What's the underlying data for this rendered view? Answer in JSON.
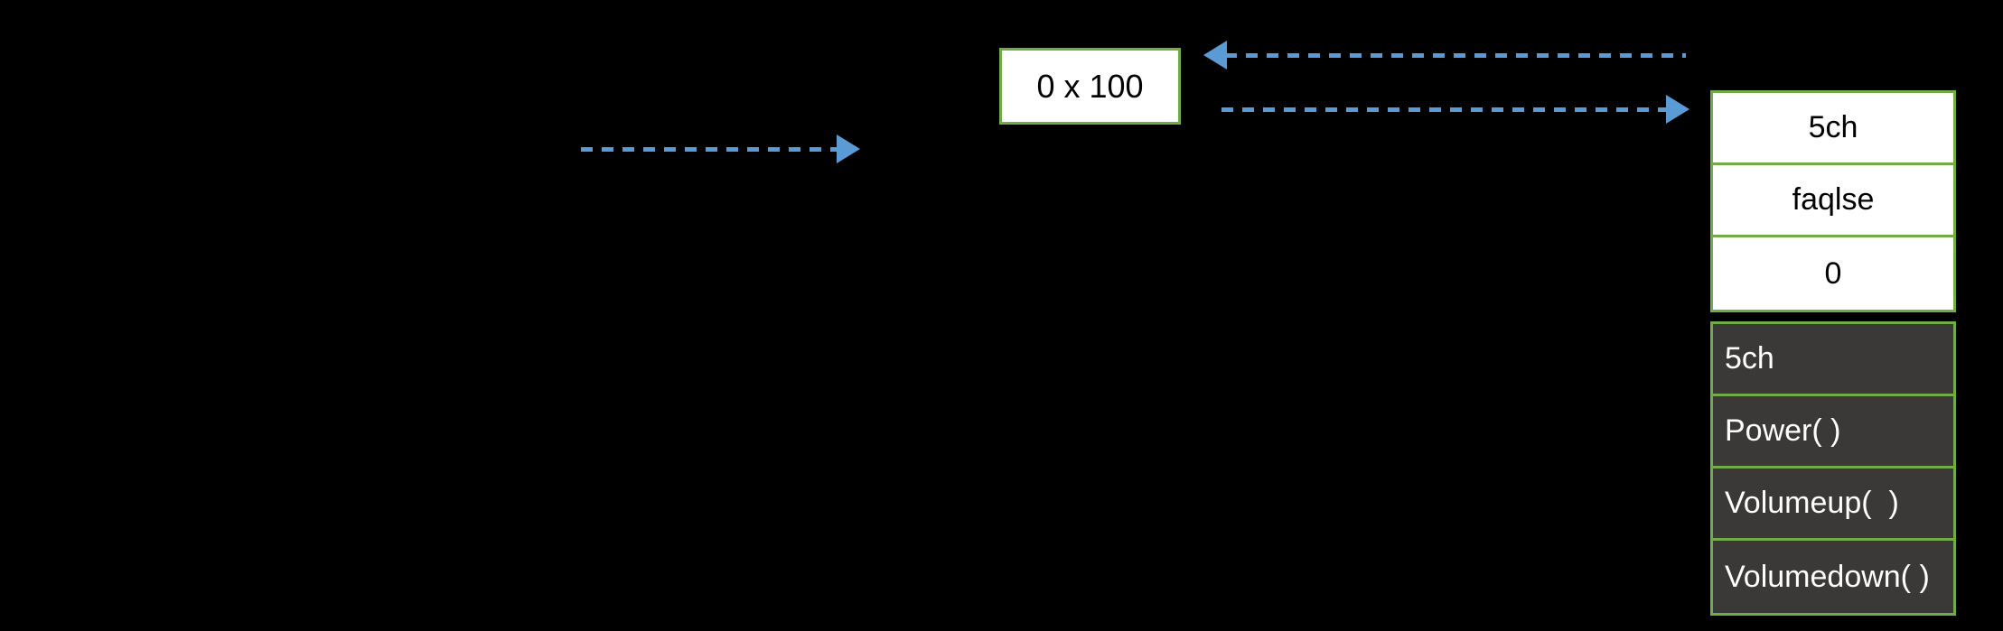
{
  "colors": {
    "background": "#000000",
    "border_green": "#70AD47",
    "arrow_blue": "#5B9BD5",
    "white_cell_bg": "#FFFFFF",
    "white_cell_text": "#000000",
    "dark_cell_bg": "#3B3838",
    "dark_cell_text": "#FFFFFF"
  },
  "memory_box": {
    "label": "0 x 100"
  },
  "arrows": [
    {
      "name": "arrow-into-box",
      "direction": "right",
      "style": "dashed"
    },
    {
      "name": "arrow-table-to-box",
      "direction": "left",
      "style": "dashed"
    },
    {
      "name": "arrow-box-to-table",
      "direction": "right",
      "style": "dashed"
    }
  ],
  "object_table": {
    "white_rows": [
      "5ch",
      "faqlse",
      "0"
    ],
    "dark_rows": [
      "5ch",
      "Power( )",
      "Volumeup(  )",
      "Volumedown( )"
    ]
  }
}
